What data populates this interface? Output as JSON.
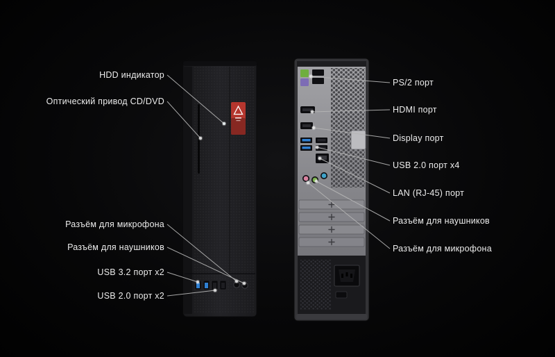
{
  "diagram": {
    "type": "hardware-ports-callout-diagram",
    "views": [
      "front",
      "rear"
    ]
  },
  "front_view": {
    "labels": [
      {
        "id": "hdd-indicator",
        "text": "HDD индикатор"
      },
      {
        "id": "optical-drive",
        "text": "Оптический привод CD/DVD"
      },
      {
        "id": "mic-jack",
        "text": "Разъём для микрофона"
      },
      {
        "id": "headphone-jack",
        "text": "Разъём для наушников"
      },
      {
        "id": "usb32-ports",
        "text": "USB 3.2 порт x2"
      },
      {
        "id": "usb20-ports",
        "text": "USB 2.0 порт x2"
      }
    ]
  },
  "rear_view": {
    "labels": [
      {
        "id": "ps2-port",
        "text": "PS/2 порт"
      },
      {
        "id": "hdmi-port",
        "text": "HDMI порт"
      },
      {
        "id": "display-port",
        "text": "Display порт"
      },
      {
        "id": "usb20-ports",
        "text": "USB 2.0 порт x4"
      },
      {
        "id": "lan-port",
        "text": "LAN (RJ-45) порт"
      },
      {
        "id": "headphone-jack",
        "text": "Разъём для наушников"
      },
      {
        "id": "mic-jack",
        "text": "Разъём для микрофона"
      }
    ]
  },
  "icons": {
    "brand_logo": "delta-triangle-logo"
  },
  "colors": {
    "background": "#050505",
    "label_text": "#ececec",
    "line": "#b5b5b5",
    "badge_red": "#b5362e",
    "hdd_led": "#a6dde2",
    "usb_blue": "#2f7fd1",
    "ps2_green": "#6fae3f",
    "ps2_purple": "#7d6cb5",
    "audio_pink": "#d8829f",
    "audio_green": "#7cb24d",
    "audio_blue": "#3fa3c9"
  }
}
